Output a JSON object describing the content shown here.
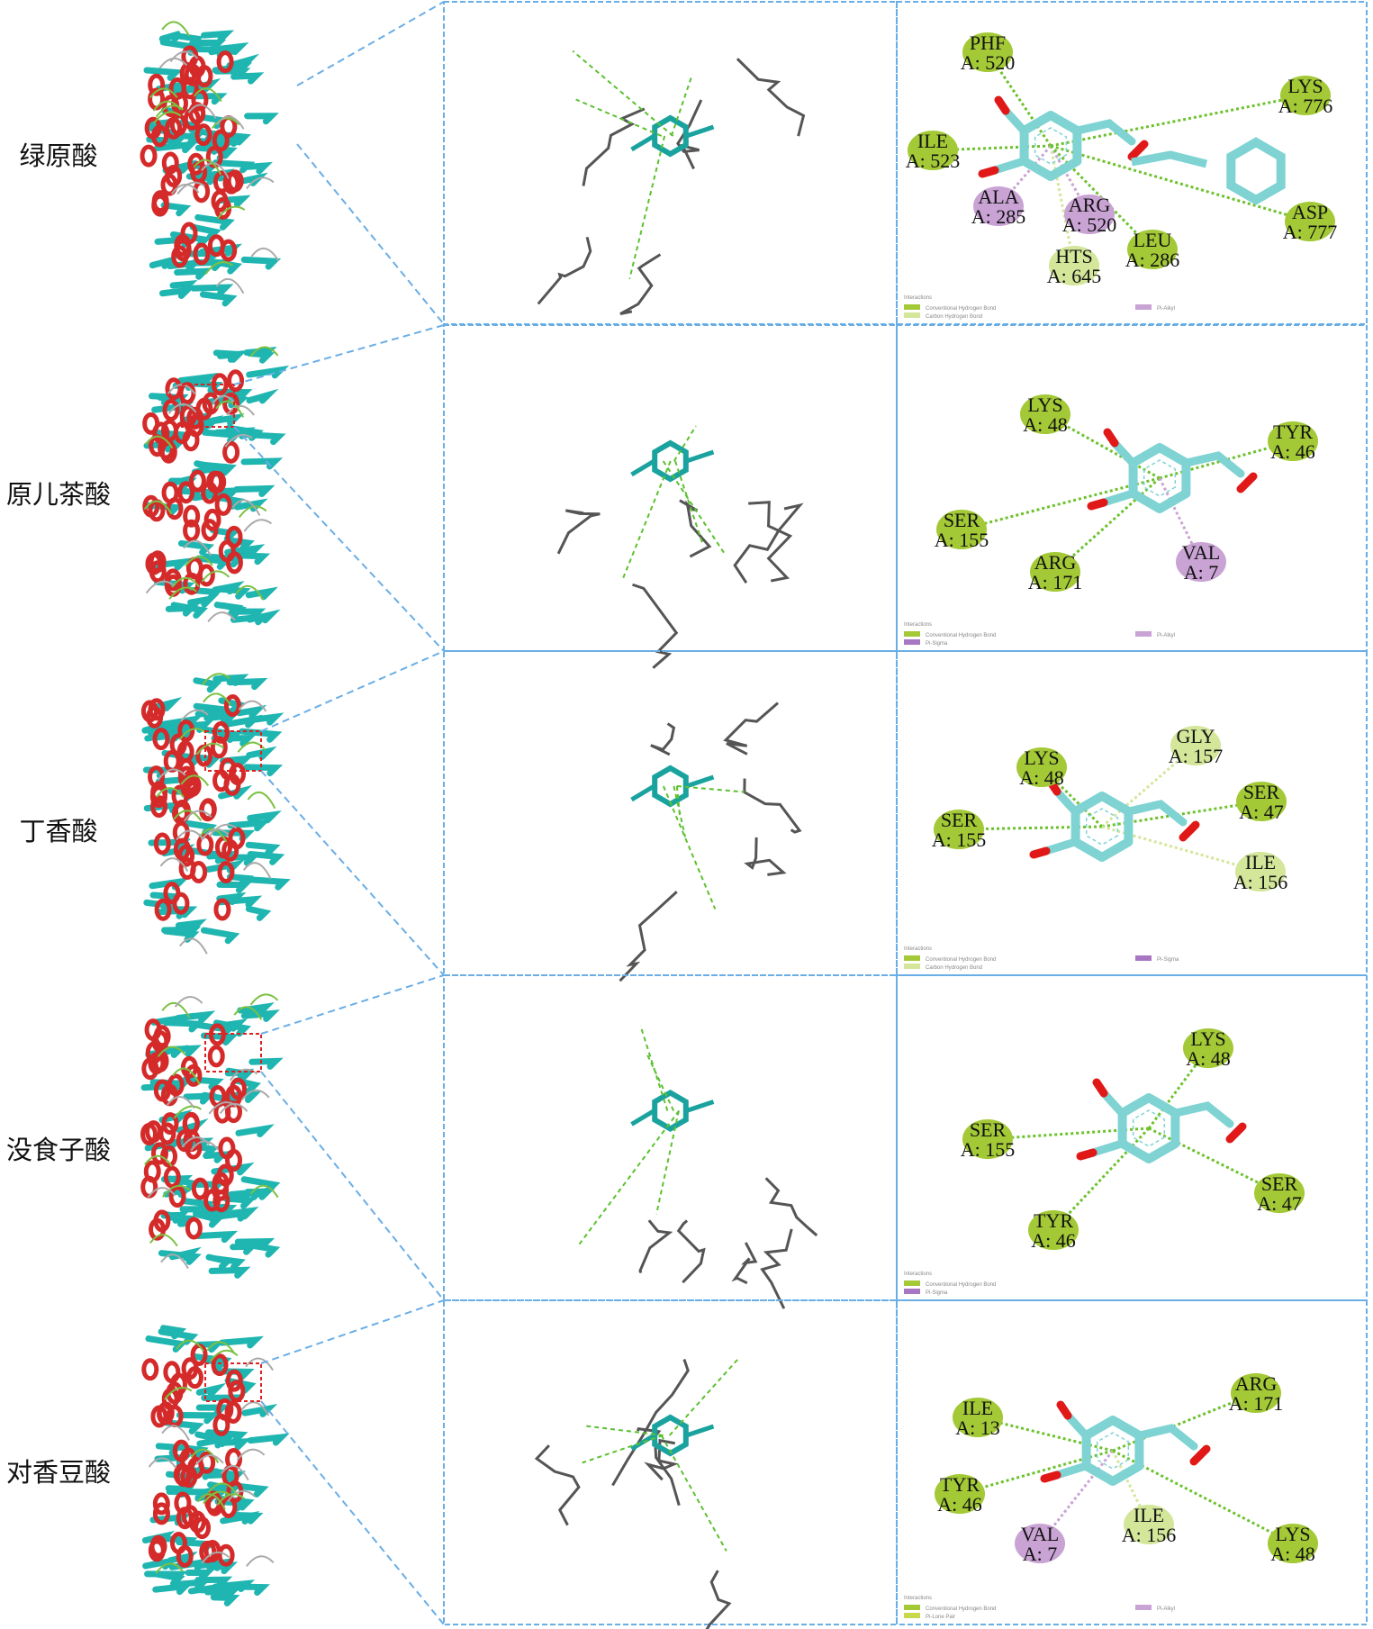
{
  "colors": {
    "panel_border": "#6aaee6",
    "hbond": "#a3c936",
    "carbon_hbond": "#d3e69a",
    "pi_alkyl": "#c9a3d4",
    "pi_sigma": "#a877c4",
    "pi_lone_pair": "#c7d94a",
    "ligand": "#7fd3d3",
    "oxygen": "#e01818",
    "helix": "#d42a2a",
    "sheet": "#1fb5b0"
  },
  "rows": [
    {
      "compound": "绿原酸",
      "residues": [
        {
          "name": "PHF",
          "chain": "A: 520",
          "type": "hbond"
        },
        {
          "name": "ILE",
          "chain": "A: 523",
          "type": "hbond"
        },
        {
          "name": "ALA",
          "chain": "A: 285",
          "type": "pi_alkyl"
        },
        {
          "name": "ARG",
          "chain": "A: 520",
          "type": "pi_alkyl"
        },
        {
          "name": "HTS",
          "chain": "A: 645",
          "type": "carbon_hbond"
        },
        {
          "name": "LEU",
          "chain": "A: 286",
          "type": "hbond"
        },
        {
          "name": "LYS",
          "chain": "A: 776",
          "type": "hbond"
        },
        {
          "name": "ASP",
          "chain": "A: 777",
          "type": "hbond"
        }
      ],
      "legend": {
        "title": "Interactions",
        "items": [
          {
            "label": "Conventional Hydrogen Bond",
            "type": "hbond"
          },
          {
            "label": "Carbon Hydrogen Bond",
            "type": "carbon_hbond"
          },
          {
            "label": "Pi-Alkyl",
            "type": "pi_alkyl"
          }
        ]
      }
    },
    {
      "compound": "原儿茶酸",
      "residues": [
        {
          "name": "LYS",
          "chain": "A: 48",
          "type": "hbond"
        },
        {
          "name": "TYR",
          "chain": "A: 46",
          "type": "hbond"
        },
        {
          "name": "SER",
          "chain": "A: 155",
          "type": "hbond"
        },
        {
          "name": "ARG",
          "chain": "A: 171",
          "type": "hbond"
        },
        {
          "name": "VAL",
          "chain": "A: 7",
          "type": "pi_alkyl"
        }
      ],
      "legend": {
        "title": "Interactions",
        "items": [
          {
            "label": "Conventional Hydrogen Bond",
            "type": "hbond"
          },
          {
            "label": "Pi-Sigma",
            "type": "pi_sigma"
          },
          {
            "label": "Pi-Alkyl",
            "type": "pi_alkyl"
          }
        ]
      }
    },
    {
      "compound": "丁香酸",
      "residues": [
        {
          "name": "GLY",
          "chain": "A: 157",
          "type": "carbon_hbond"
        },
        {
          "name": "LYS",
          "chain": "A: 48",
          "type": "hbond"
        },
        {
          "name": "SER",
          "chain": "A: 47",
          "type": "hbond"
        },
        {
          "name": "SER",
          "chain": "A: 155",
          "type": "hbond"
        },
        {
          "name": "ILE",
          "chain": "A: 156",
          "type": "carbon_hbond"
        }
      ],
      "legend": {
        "title": "Interactions",
        "items": [
          {
            "label": "Conventional Hydrogen Bond",
            "type": "hbond"
          },
          {
            "label": "Carbon Hydrogen Bond",
            "type": "carbon_hbond"
          },
          {
            "label": "Pi-Sigma",
            "type": "pi_sigma"
          }
        ]
      }
    },
    {
      "compound": "没食子酸",
      "residues": [
        {
          "name": "LYS",
          "chain": "A: 48",
          "type": "hbond"
        },
        {
          "name": "SER",
          "chain": "A: 155",
          "type": "hbond"
        },
        {
          "name": "SER",
          "chain": "A: 47",
          "type": "hbond"
        },
        {
          "name": "TYR",
          "chain": "A: 46",
          "type": "hbond"
        }
      ],
      "legend": {
        "title": "Interactions",
        "items": [
          {
            "label": "Conventional Hydrogen Bond",
            "type": "hbond"
          },
          {
            "label": "Pi-Sigma",
            "type": "pi_sigma"
          }
        ]
      }
    },
    {
      "compound": "对香豆酸",
      "residues": [
        {
          "name": "ILE",
          "chain": "A: 13",
          "type": "hbond"
        },
        {
          "name": "ARG",
          "chain": "A: 171",
          "type": "hbond"
        },
        {
          "name": "TYR",
          "chain": "A: 46",
          "type": "hbond"
        },
        {
          "name": "VAL",
          "chain": "A: 7",
          "type": "pi_alkyl"
        },
        {
          "name": "ILE",
          "chain": "A: 156",
          "type": "carbon_hbond"
        },
        {
          "name": "LYS",
          "chain": "A: 48",
          "type": "hbond"
        }
      ],
      "legend": {
        "title": "Interactions",
        "items": [
          {
            "label": "Conventional Hydrogen Bond",
            "type": "hbond"
          },
          {
            "label": "Pi-Lone Pair",
            "type": "pi_lone_pair"
          },
          {
            "label": "Pi-Alkyl",
            "type": "pi_alkyl"
          }
        ]
      }
    }
  ]
}
